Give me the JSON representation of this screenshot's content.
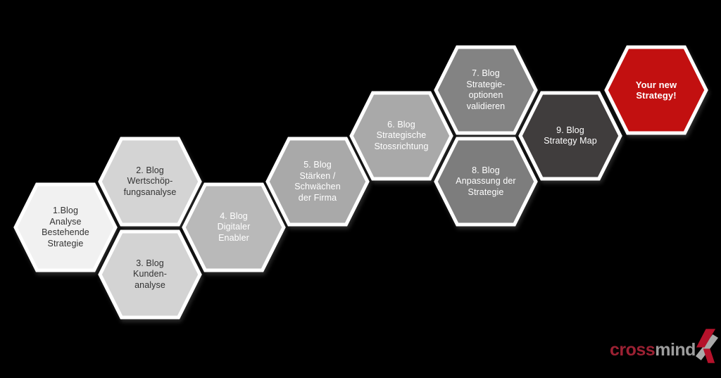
{
  "canvas": {
    "background": "#000000"
  },
  "diagram": {
    "border_color": "#ffffff",
    "hexagons": [
      {
        "step": "1",
        "label": "1.Blog\nAnalyse\nBestehende\nStrategie",
        "fill": "#f1f1f1",
        "text_color": "#333333"
      },
      {
        "step": "2",
        "label": "2. Blog\nWertschöp-\nfungsanalyse",
        "fill": "#d4d4d4",
        "text_color": "#333333"
      },
      {
        "step": "3",
        "label": "3. Blog\nKunden-\nanalyse",
        "fill": "#d3d3d3",
        "text_color": "#333333"
      },
      {
        "step": "4",
        "label": "4. Blog\nDigitaler\nEnabler",
        "fill": "#b9b9b9",
        "text_color": "#ffffff"
      },
      {
        "step": "5",
        "label": "5. Blog\nStärken /\nSchwächen\nder Firma",
        "fill": "#a9a9a9",
        "text_color": "#ffffff"
      },
      {
        "step": "6",
        "label": "6. Blog\nStrategische\nStossrichtung",
        "fill": "#a9a9a9",
        "text_color": "#ffffff"
      },
      {
        "step": "7",
        "label": "7. Blog\nStrategie-\noptionen\nvalidieren",
        "fill": "#838383",
        "text_color": "#ffffff"
      },
      {
        "step": "8",
        "label": "8. Blog\nAnpassung der\nStrategie",
        "fill": "#7d7d7d",
        "text_color": "#ffffff"
      },
      {
        "step": "9",
        "label": "9. Blog\nStrategy Map",
        "fill": "#403d3d",
        "text_color": "#ffffff"
      },
      {
        "step": "10",
        "label": "Your new\nStrategy!",
        "fill": "#c21010",
        "text_color": "#ffffff"
      }
    ]
  },
  "logo": {
    "cross": "cross",
    "mind": "mind",
    "cross_color": "#9c2133",
    "mind_color": "#9d9d9d",
    "mark_red": "#b5122b",
    "mark_gray": "#a9a9a9"
  }
}
